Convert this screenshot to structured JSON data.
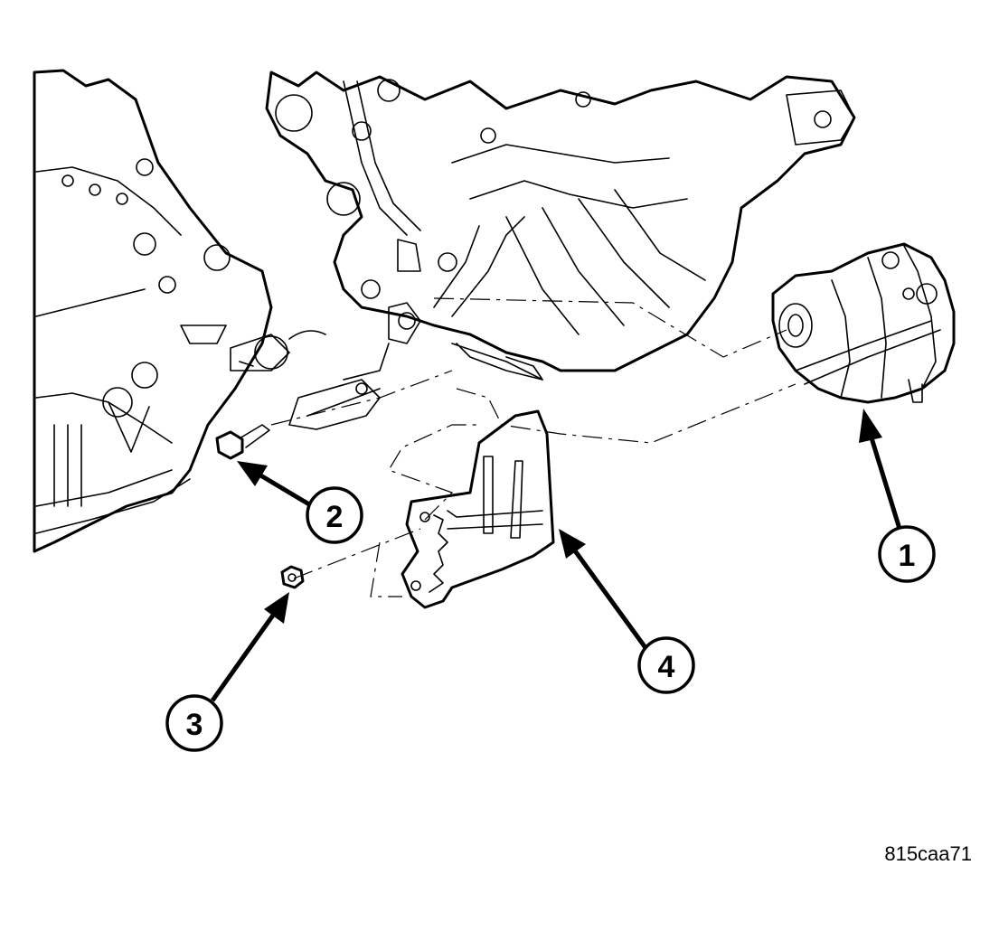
{
  "figure_id": "815caa71",
  "callouts": [
    {
      "label": "1",
      "part": "starter-motor"
    },
    {
      "label": "2",
      "part": "bolt"
    },
    {
      "label": "3",
      "part": "nut"
    },
    {
      "label": "4",
      "part": "heat-shield-bracket"
    }
  ]
}
